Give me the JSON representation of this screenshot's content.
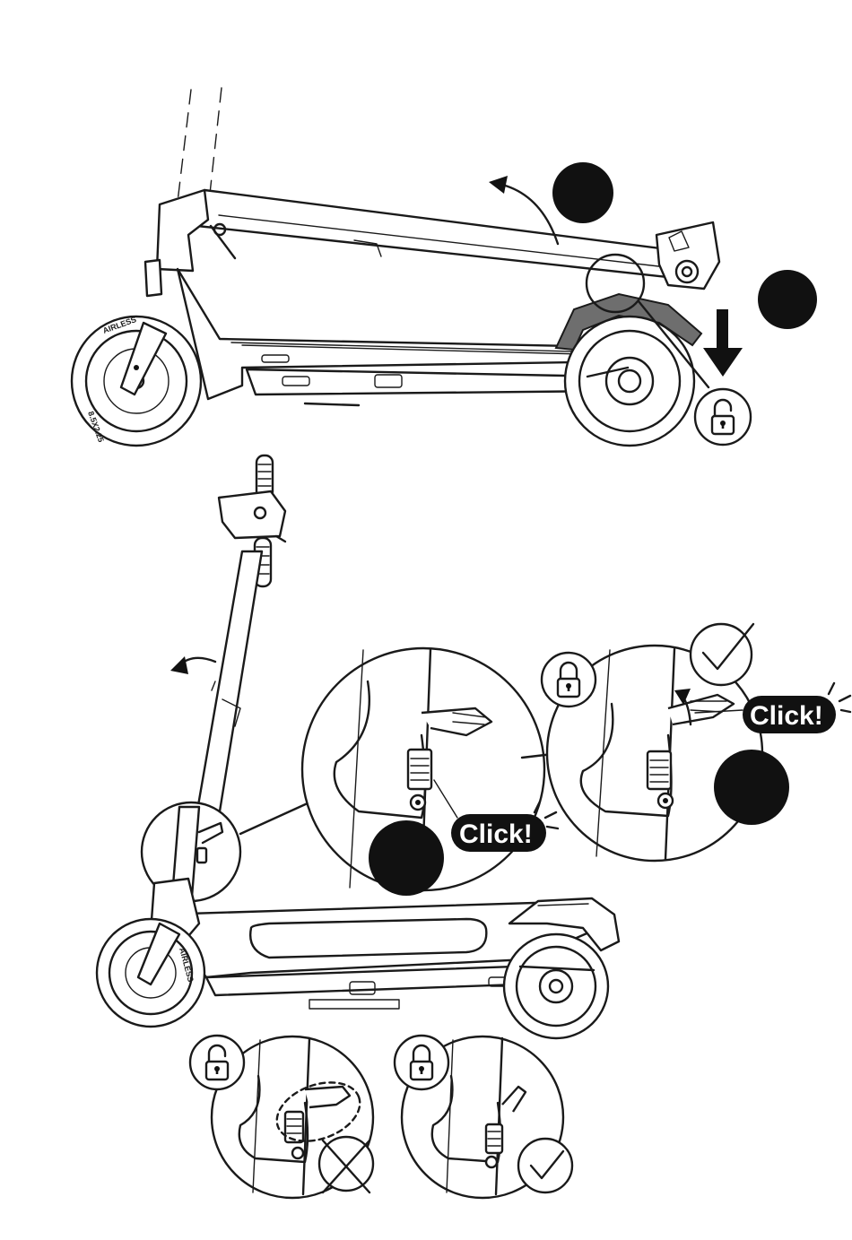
{
  "labels": {
    "click_upper": "Click!",
    "click_lower": "Click!",
    "tire_brand": "AIRLESS",
    "tire_brand_2": "AIRLESS",
    "tire_size": "8.5X2.25"
  },
  "icons": {
    "lock_open": "unlocked-padlock-icon",
    "lock_closed": "locked-padlock-icon",
    "check": "checkmark-icon",
    "cross": "cross-icon",
    "arrow_down": "down-arrow-icon",
    "arrow_curved": "curved-arrow-icon"
  },
  "colors": {
    "ink": "#1a1a1a",
    "fill_dark": "#111111",
    "fender_grey": "#6e6e6e",
    "background": "#ffffff"
  }
}
